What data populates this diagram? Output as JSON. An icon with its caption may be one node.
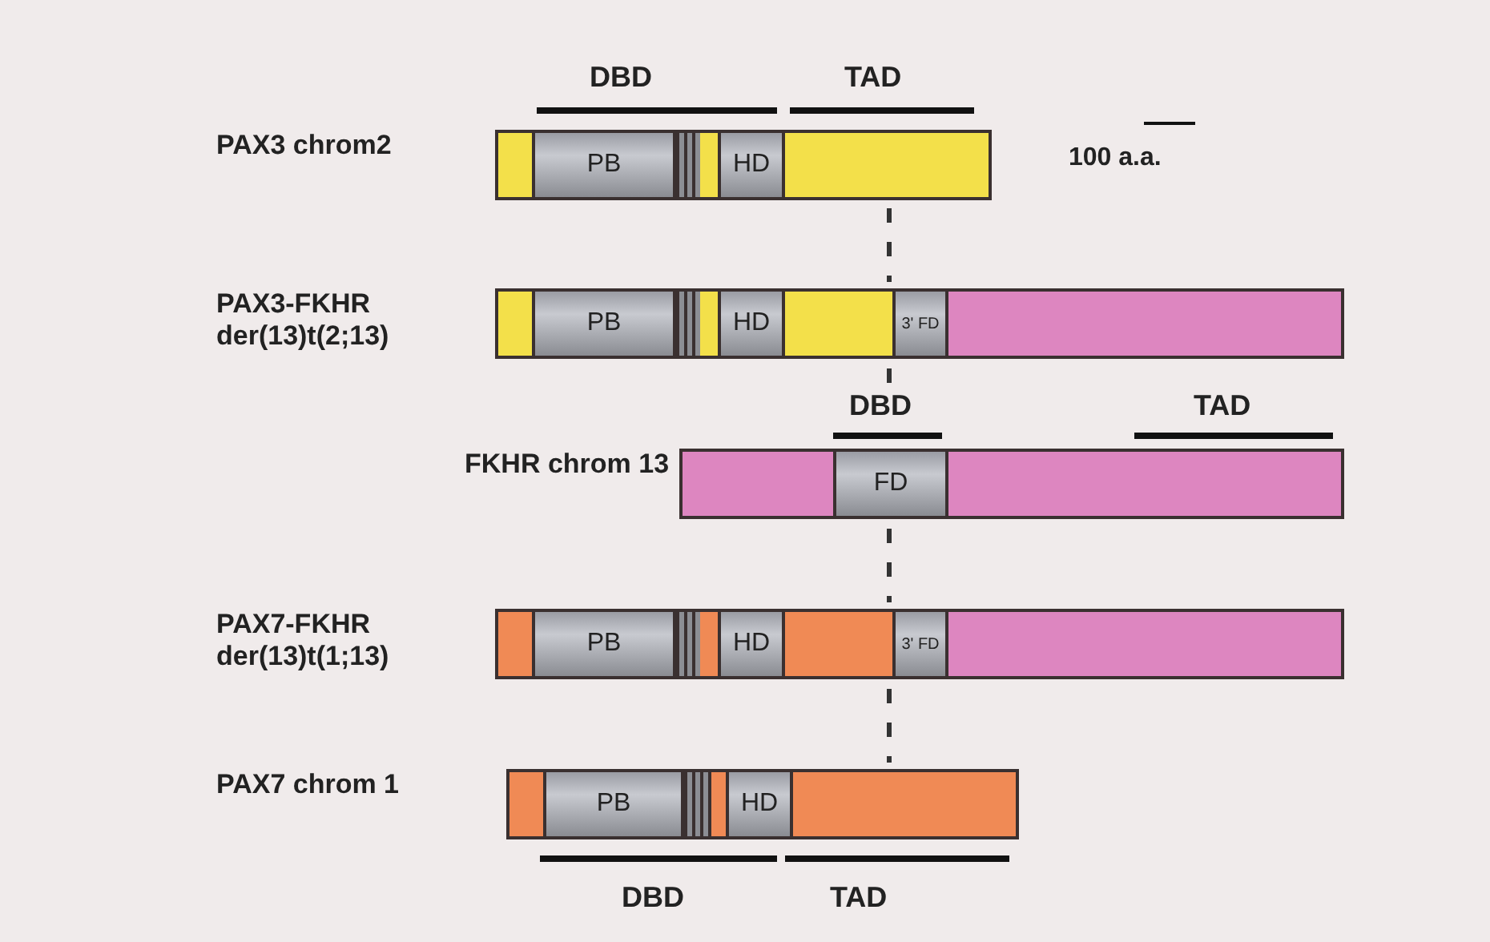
{
  "diagram": {
    "nodes": [
      {
        "text": [
          "PAX3 chrom2"
        ]
      },
      {
        "text": [
          "PB"
        ],
        "in": 0
      },
      {
        "text": [
          "HD"
        ],
        "in": 0
      },
      {
        "text": [
          "PAX3-FKHR der(13)t(2;13)"
        ]
      },
      {
        "text": [
          "PB"
        ],
        "in": 3
      },
      {
        "text": [
          "HD"
        ],
        "in": 3
      },
      {
        "text": [
          "3' FD"
        ],
        "in": 3
      },
      {
        "text": [
          "FKHR chrom 13"
        ]
      },
      {
        "text": [
          "FD"
        ],
        "in": 7
      },
      {
        "text": [
          "PAX7-FKHR der(13)t(1;13)"
        ]
      },
      {
        "text": [
          "PB"
        ],
        "in": 9
      },
      {
        "text": [
          "HD"
        ],
        "in": 9
      },
      {
        "text": [
          "3' FD"
        ],
        "in": 9
      },
      {
        "text": [
          "PAX7 chrom 1"
        ]
      },
      {
        "text": [
          "PB"
        ],
        "in": 13
      },
      {
        "text": [
          "HD"
        ],
        "in": 13
      }
    ],
    "labels": [
      "DBD",
      "TAD",
      "100 a.a.",
      "DBD",
      "TAD",
      "DBD",
      "TAD"
    ]
  }
}
